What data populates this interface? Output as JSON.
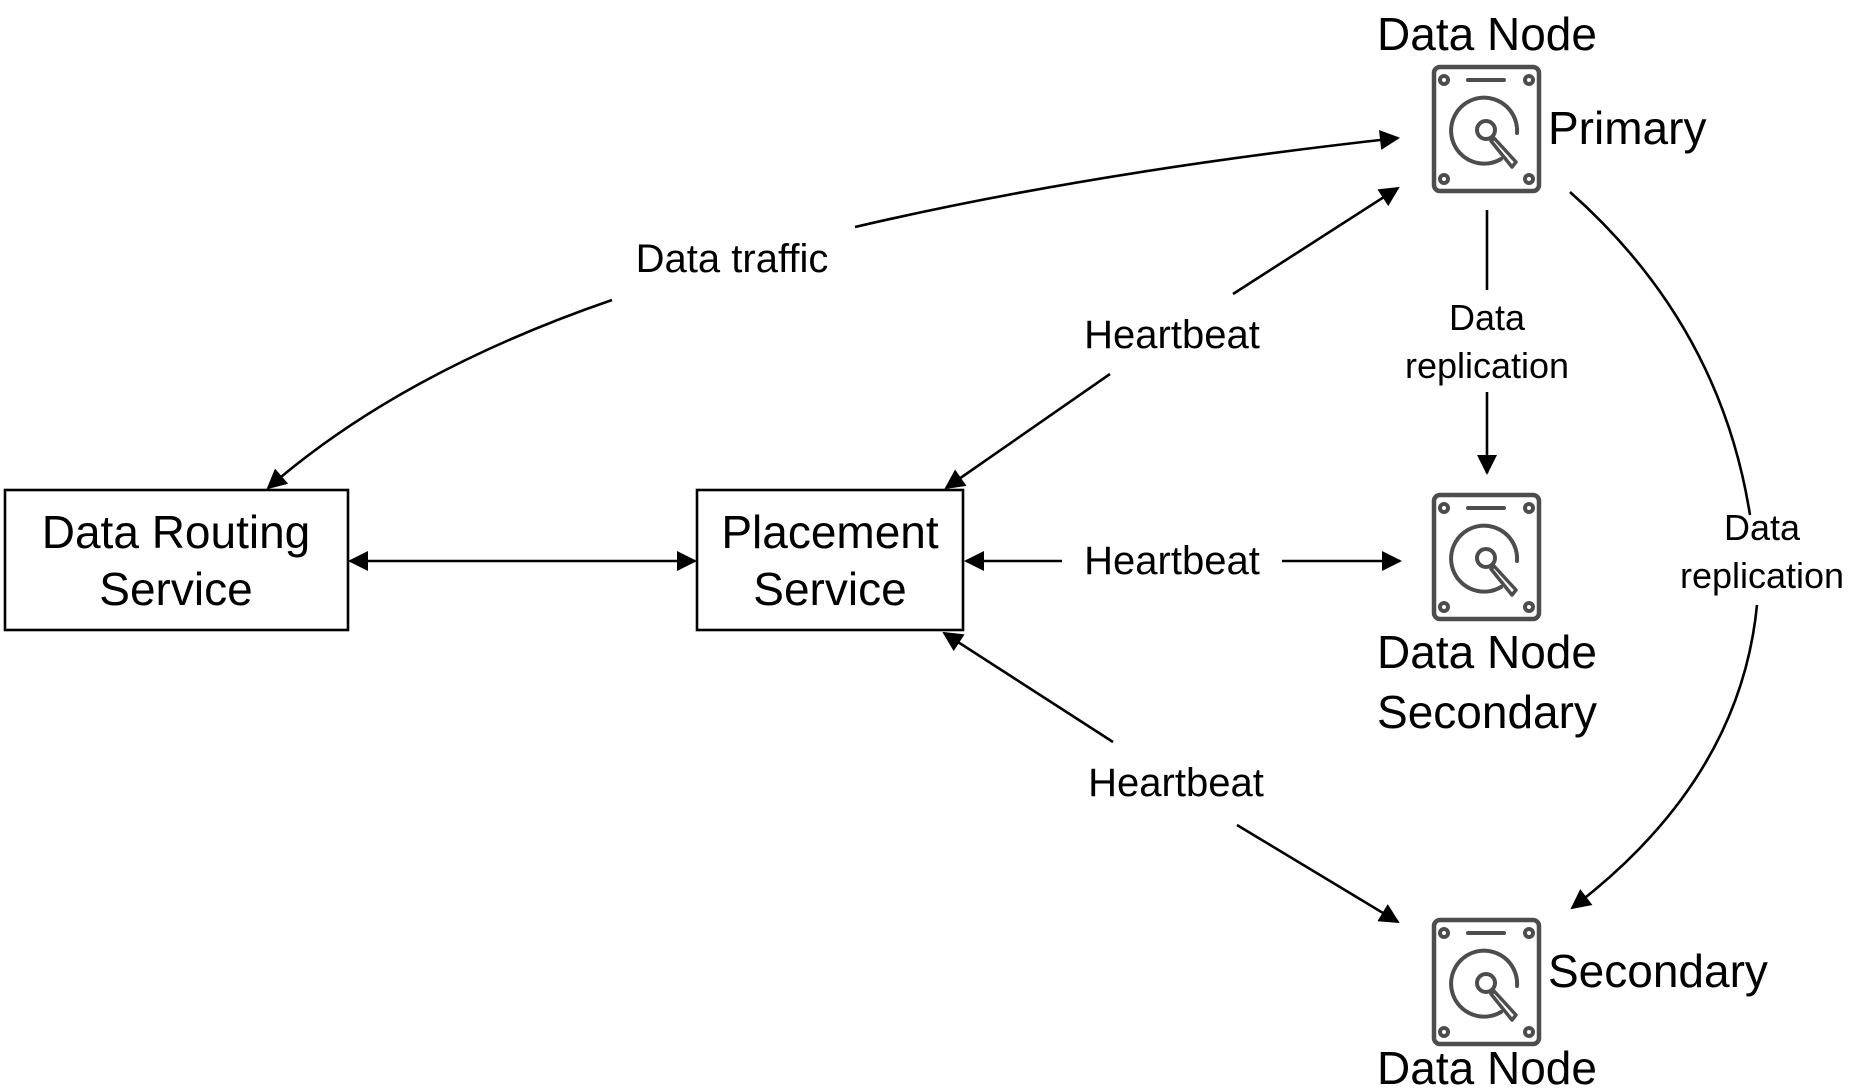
{
  "nodes": {
    "data_routing_service": {
      "line1": "Data Routing",
      "line2": "Service"
    },
    "placement_service": {
      "line1": "Placement",
      "line2": "Service"
    },
    "primary": {
      "title": "Data Node",
      "role": "Primary"
    },
    "middle_secondary": {
      "title": "Data Node",
      "role": "Secondary"
    },
    "bottom_secondary": {
      "title": "Data Node",
      "role": "Secondary"
    }
  },
  "edges": {
    "data_traffic": "Data traffic",
    "heartbeat_primary": "Heartbeat",
    "heartbeat_middle": "Heartbeat",
    "heartbeat_bottom": "Heartbeat",
    "replication_vertical": {
      "line1": "Data",
      "line2": "replication"
    },
    "replication_curve": {
      "line1": "Data",
      "line2": "replication"
    }
  },
  "icons": [
    "hard-drive-icon",
    "hard-drive-icon",
    "hard-drive-icon"
  ]
}
